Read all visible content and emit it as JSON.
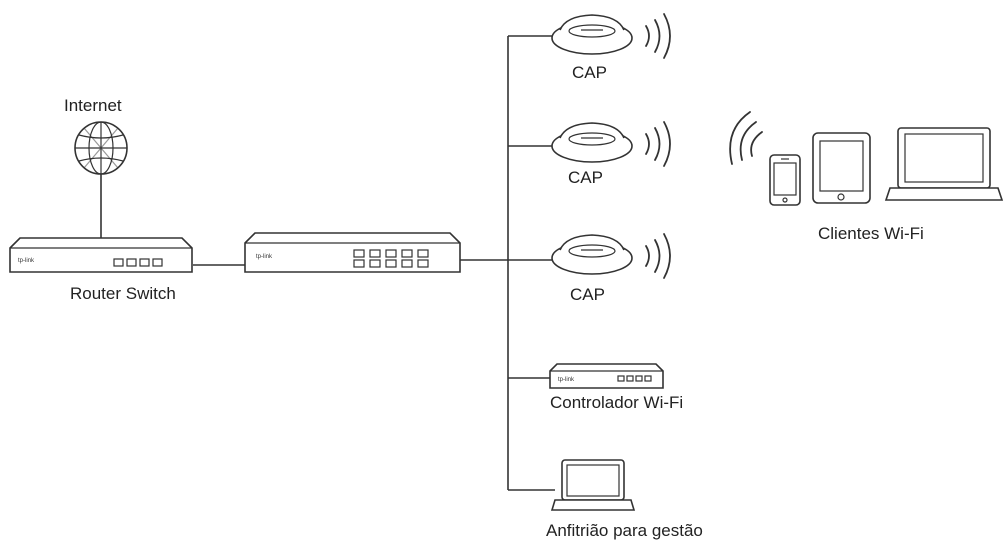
{
  "labels": {
    "internet": "Internet",
    "router_switch": "Router Switch",
    "cap_1": "CAP",
    "cap_2": "CAP",
    "cap_3": "CAP",
    "controller": "Controlador Wi-Fi",
    "management_host": "Anfitrião para gestão",
    "wifi_clients": "Clientes Wi-Fi"
  },
  "brand_text": "tp-link",
  "icons": [
    "globe-icon",
    "router-switch-icon",
    "switch-icon",
    "cap-icon",
    "wifi-signal-icon",
    "controller-icon",
    "laptop-icon",
    "smartphone-icon",
    "tablet-icon"
  ]
}
